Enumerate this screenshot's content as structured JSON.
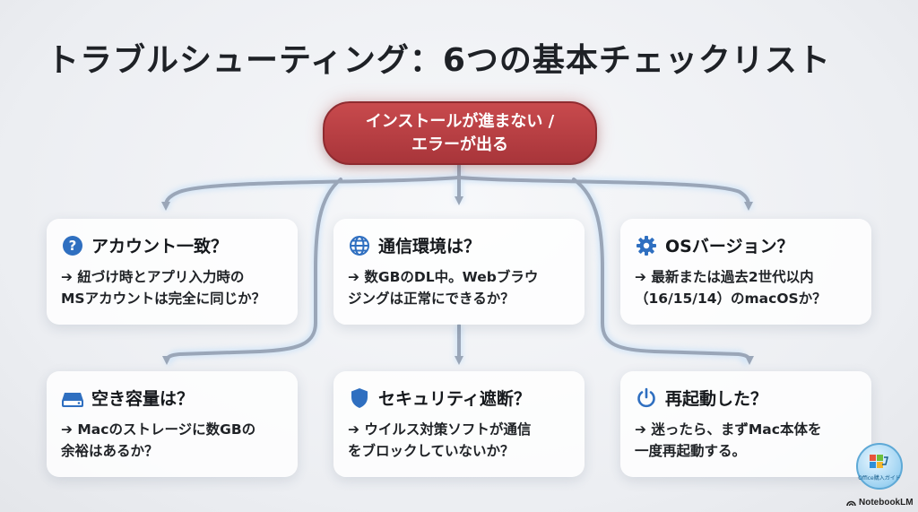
{
  "title": "トラブルシューティング：6つの基本チェックリスト",
  "root": {
    "line1": "インストールが進まない /",
    "line2": "エラーが出る"
  },
  "colors": {
    "root_fill": "#b8403f",
    "connector": "#9aa6b8",
    "icon_blue": "#2f6fc0"
  },
  "cards": [
    {
      "icon": "question-icon",
      "title": "アカウント一致？",
      "line1": "➔ 紐づけ時とアプリ入力時の",
      "line2": "MSアカウントは完全に同じか？"
    },
    {
      "icon": "globe-icon",
      "title": "通信環境は？",
      "line1": "➔ 数GBのDL中。Webブラウ",
      "line2": "ジングは正常にできるか？"
    },
    {
      "icon": "gear-icon",
      "title": "OSバージョン？",
      "line1": "➔ 最新または過去2世代以内",
      "line2": "（16/15/14）のmacOSか？"
    },
    {
      "icon": "drive-icon",
      "title": "空き容量は？",
      "line1": "➔ Macのストレージに数GBの",
      "line2": "余裕はあるか？"
    },
    {
      "icon": "shield-icon",
      "title": "セキュリティ遮断？",
      "line1": "➔ ウイルス対策ソフトが通信",
      "line2": "をブロックしていないか？"
    },
    {
      "icon": "power-icon",
      "title": "再起動した？",
      "line1": "➔ 迷ったら、まずMac本体を",
      "line2": "一度再起動する。"
    }
  ],
  "badge_text": "Office購入ガイド",
  "brand": "NotebookLM"
}
